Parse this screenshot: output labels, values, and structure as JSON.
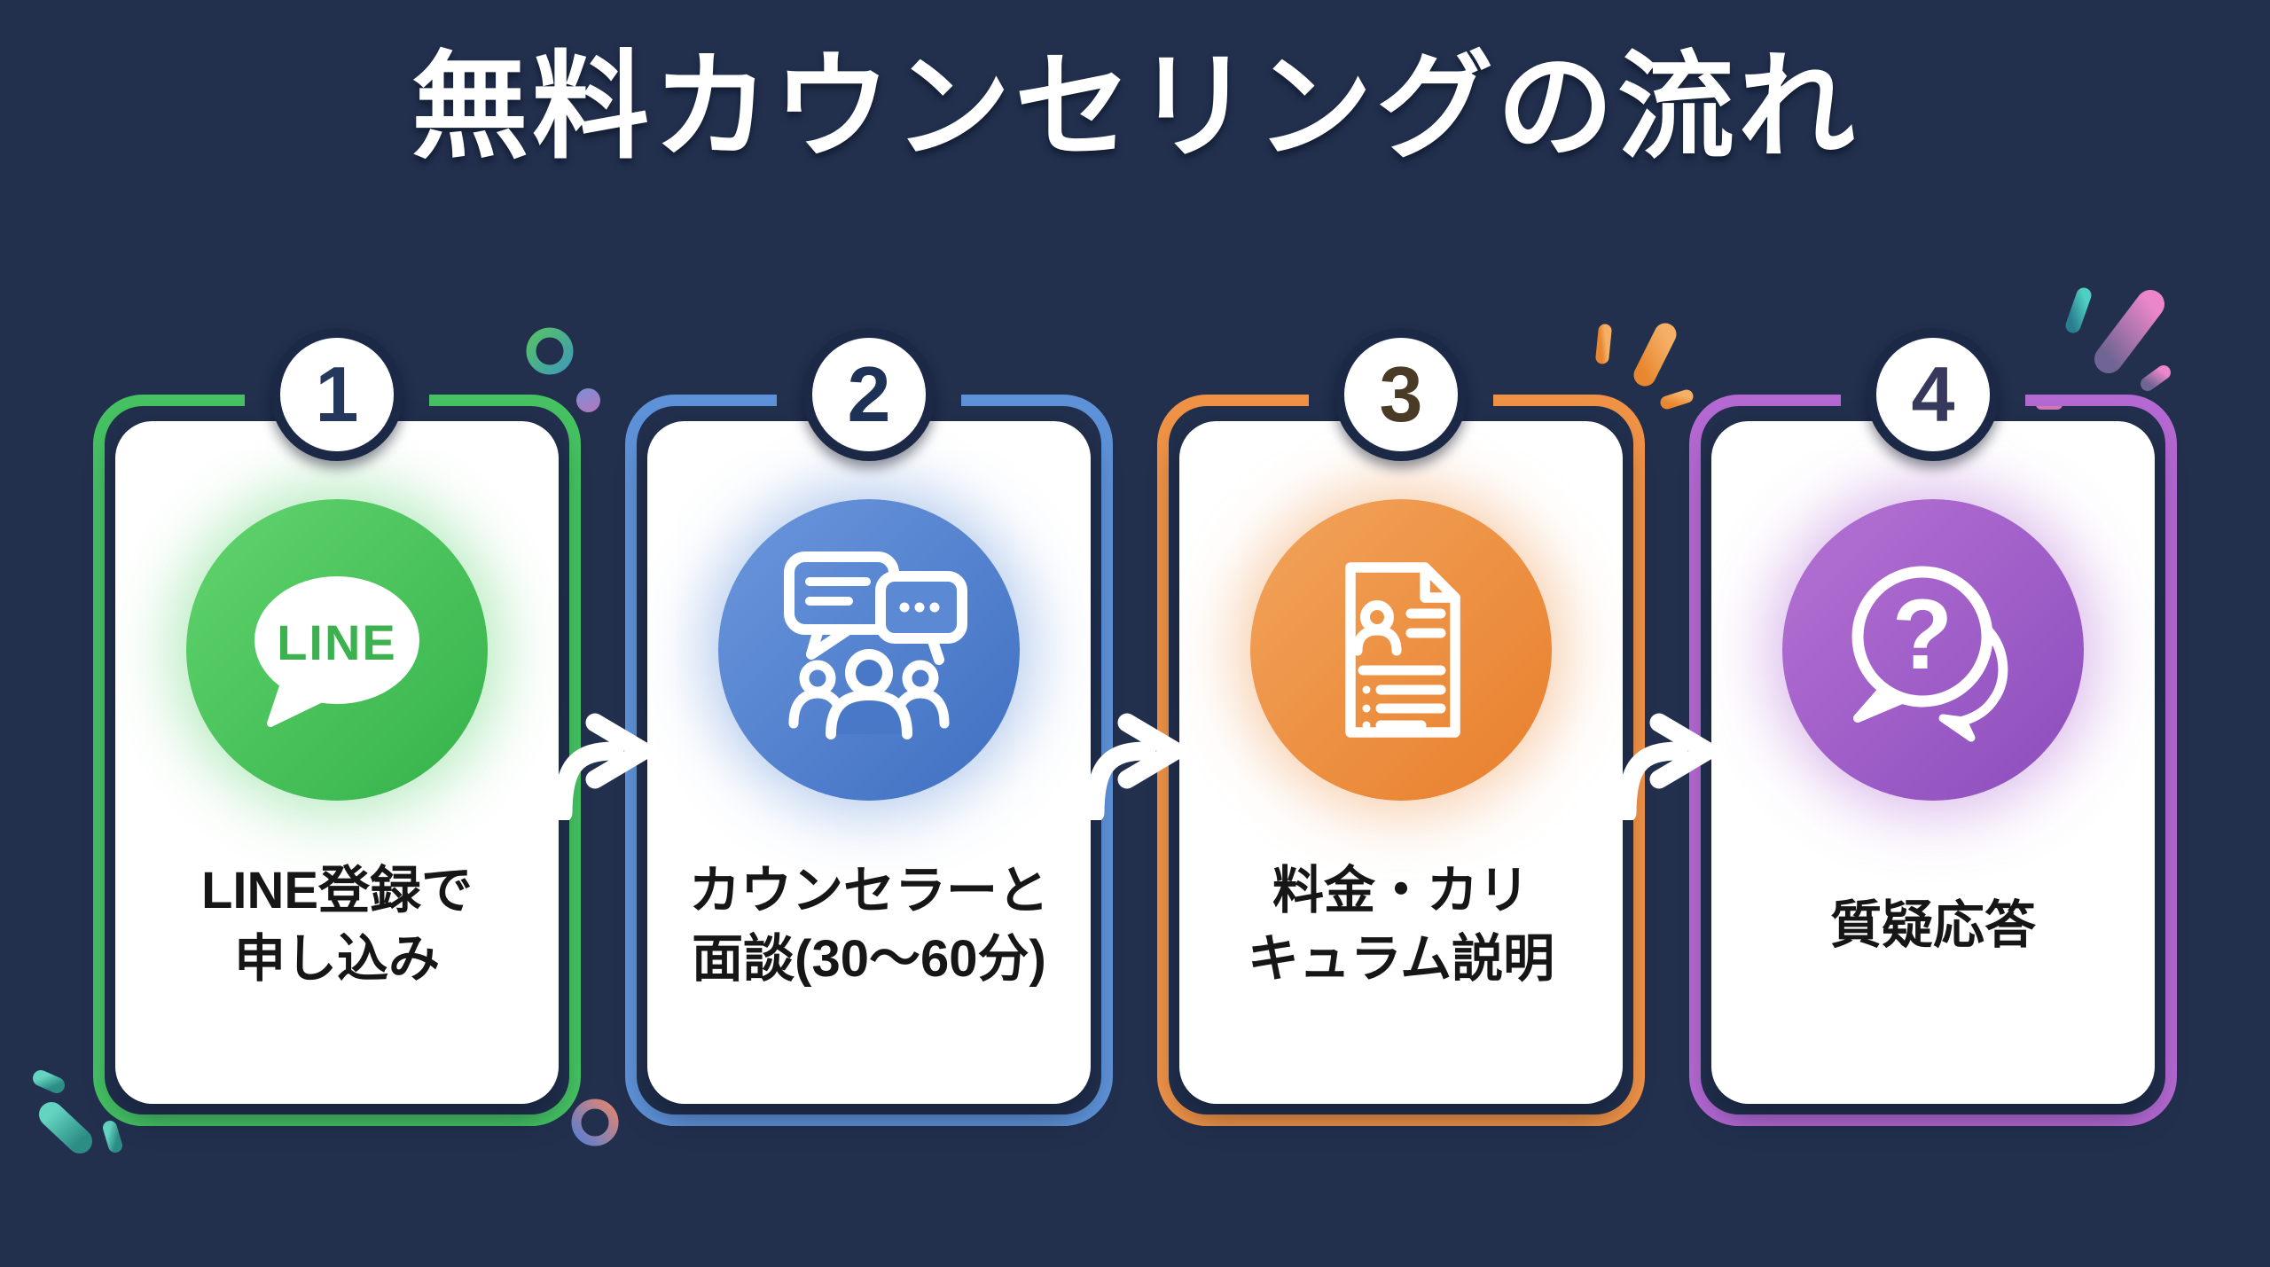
{
  "page": {
    "title": "無料カウンセリングの流れ"
  },
  "colors": {
    "background": "#22304e",
    "card": "#ffffff",
    "title_text": "#ffffff",
    "step_text": "#161616",
    "badge_ring": "#1b2946",
    "arrow": "#ffffff",
    "step_accents": [
      "#45c162",
      "#5e92d8",
      "#ef9246",
      "#b468d2"
    ]
  },
  "steps": [
    {
      "number": "1",
      "number_color": "#24375c",
      "accent": "#45c162",
      "icon": "line-logo-icon",
      "line_logo_text": "LINE",
      "label_line1": "LINE登録で",
      "label_line2": "申し込み"
    },
    {
      "number": "2",
      "number_color": "#1e3156",
      "accent": "#5e92d8",
      "icon": "counseling-chat-icon",
      "label_line1": "カウンセラーと",
      "label_line2": "面談(30〜60分)"
    },
    {
      "number": "3",
      "number_color": "#4a3b27",
      "accent": "#ef9246",
      "icon": "pricing-document-icon",
      "label_line1": "料金・カリ",
      "label_line2": "キュラム説明"
    },
    {
      "number": "4",
      "number_color": "#36395b",
      "accent": "#b468d2",
      "icon": "qa-question-icon",
      "label_line1": "質疑応答",
      "label_line2": ""
    }
  ]
}
